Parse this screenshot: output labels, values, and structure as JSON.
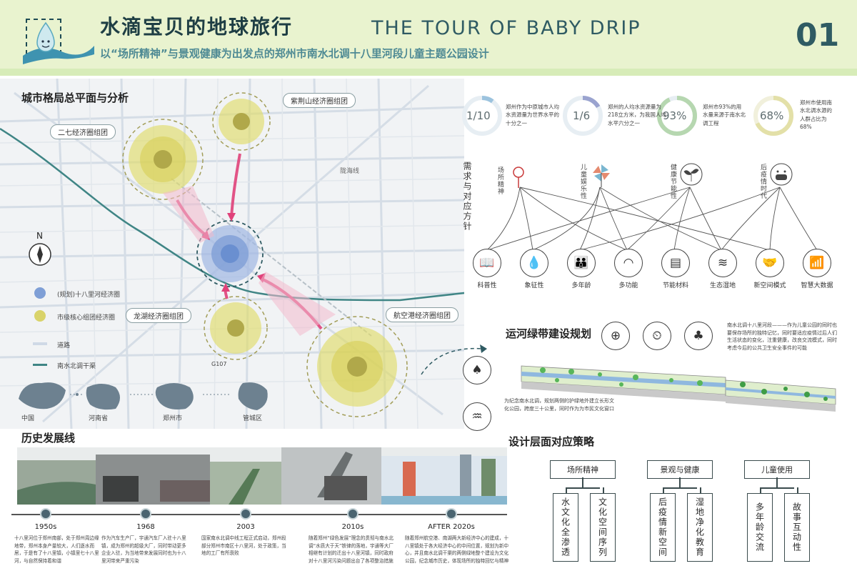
{
  "header": {
    "title_cn": "水滴宝贝的地球旅行",
    "title_en": "THE TOUR OF BABY DRIP",
    "subtitle": "以“场所精神”与景观健康为出发点的郑州市南水北调十八里河段儿童主题公园设计",
    "page_number": "01"
  },
  "map_section": {
    "title": "城市格局总平面与分析",
    "north": "N",
    "callouts": {
      "erqi": "二七经济圈组团",
      "zijingshan": "紫荆山经济圈组团",
      "longhu": "龙湖经济圈组团",
      "hangkonggang": "航空港经济圈组团"
    },
    "road_labels": {
      "longhai": "陇海线",
      "g107": "G107"
    },
    "legend": [
      {
        "label": "(规划)十八里河经济圈",
        "color": "#7f9fd6"
      },
      {
        "label": "市级核心组团经济圈",
        "color": "#d9d36a"
      },
      {
        "label": "道路",
        "color": "#cfd9e6"
      },
      {
        "label": "南水北调干渠",
        "color": "#3f8585"
      }
    ],
    "locators": [
      "中国",
      "河南省",
      "郑州市",
      "管城区"
    ]
  },
  "stats": [
    {
      "value": "1/10",
      "fraction": 0.1,
      "color": "#9cc3de",
      "text": "郑州作为中原城市人均水资源量为世界水平的十分之一"
    },
    {
      "value": "1/6",
      "fraction": 0.1667,
      "color": "#9aa3cf",
      "text": "郑州的人均水资源量为218立方米，为我国人均水平六分之一"
    },
    {
      "value": "93%",
      "fraction": 0.93,
      "color": "#b6d7b0",
      "text": "郑州市93%的用水量来源于南水北调工程"
    },
    {
      "value": "68%",
      "fraction": 0.68,
      "color": "#e3e0a8",
      "text": "郑州市使用南水北调水源的人群占比为68%"
    }
  ],
  "needs": {
    "side_title": "需求与对应方针",
    "top": [
      {
        "label": "场所精神",
        "icon": "knot-icon"
      },
      {
        "label": "儿童娱乐性",
        "icon": "pinwheel-icon"
      },
      {
        "label": "健康节能性",
        "icon": "sprout-icon"
      },
      {
        "label": "后疫情时代",
        "icon": "mask-icon"
      }
    ],
    "bottom": [
      {
        "label": "科普性",
        "glyph": "📖",
        "icon": "book-icon"
      },
      {
        "label": "象征性",
        "glyph": "💧",
        "icon": "drop-icon"
      },
      {
        "label": "多年龄",
        "glyph": "👪",
        "icon": "family-icon"
      },
      {
        "label": "多功能",
        "glyph": "◠",
        "icon": "protractor-icon"
      },
      {
        "label": "节能材料",
        "glyph": "▤",
        "icon": "material-icon"
      },
      {
        "label": "生态湿地",
        "glyph": "≋",
        "icon": "wetland-icon"
      },
      {
        "label": "新空间模式",
        "glyph": "🤝",
        "icon": "handshake-icon"
      },
      {
        "label": "智慧大数据",
        "glyph": "📶",
        "icon": "wifi-icon"
      }
    ]
  },
  "canal": {
    "title": "运河绿带建设规划",
    "desc": "南水北调十八里河段———作为儿童公园的同时也要保存场所的独特记忆，同时要适应疫情过后人们生活状态的变化，注重健康，改良交流模式，同时考虑今后的公共卫生安全事件的可能",
    "note": "为纪念南水北调，规划两侧的护绿地外建立长形文化公园，跨度三十公里，同时作为为市民文化窗口",
    "icons": [
      "shield-plus-icon",
      "clock-icon",
      "tree-icon"
    ]
  },
  "history": {
    "title": "历史发展线",
    "items": [
      {
        "year": "1950s",
        "text": "十八里河位于郑州南部，处于郑州周边缘地带，郑州本身产量较大，人们逐水而居，于是有了十八里镇，小镇里七十八里河，与自然保持着和谐"
      },
      {
        "year": "1968",
        "text": "作为汽车生产厂，宇通汽车厂入驻十八里镇，成为郑州的超级大厂，同时带动更多企业入驻，为当地带来发展同时也为十八里河带来严重污染"
      },
      {
        "year": "2003",
        "text": "国家南水北调中线工程正式启动，郑州段部分郑州市南区十八里河，处于政策，当地的工厂有所衰败"
      },
      {
        "year": "2010s",
        "text": "随着郑州“绿色发展”理念的贯彻与南水北调“水质大于天”铁律的落地，宇通等大厂相继有计划的迁出十八里河镇，同时政府对十八里河污染问题出台了各项整治措施"
      },
      {
        "year": "AFTER 2020s",
        "text": "随着郑州航空港、南湖两大新经济中心的建成，十八里镇处于各大经济中心的中间位置，规划为新中心，并且南水北调干渠的两侧绿地整个建设为文化公园，纪念城市历史，体现场所的独特回忆与精神"
      }
    ]
  },
  "strategy": {
    "title": "设计层面对应策略",
    "groups": [
      {
        "name": "场所精神",
        "items": [
          "水文化全渗透",
          "文化空间序列"
        ]
      },
      {
        "name": "景观与健康",
        "items": [
          "后疫情新空间",
          "湿地净化教育"
        ]
      },
      {
        "name": "儿童使用",
        "items": [
          "多年龄交流",
          "故事互动性"
        ]
      }
    ]
  }
}
